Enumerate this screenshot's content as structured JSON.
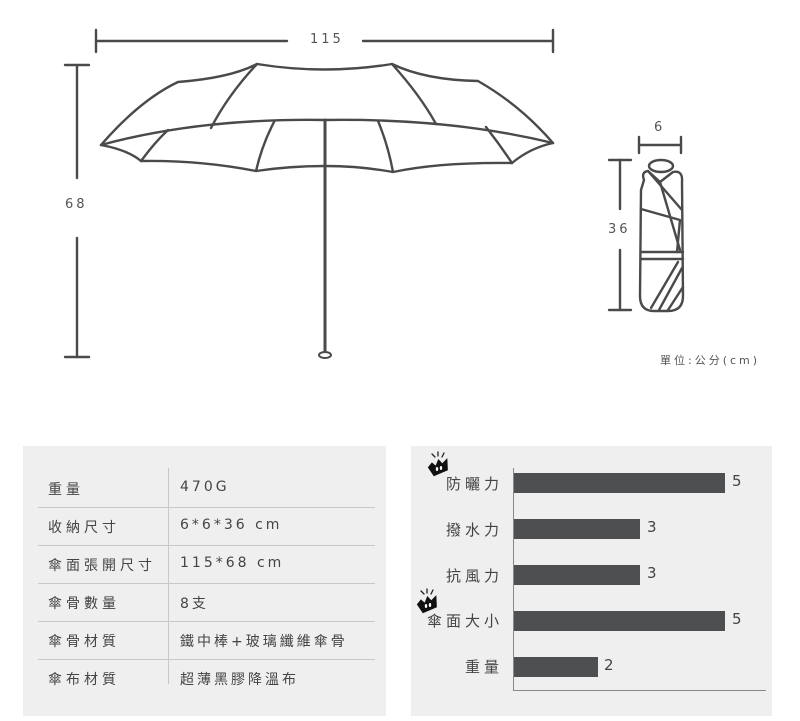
{
  "dimensions": {
    "open_width": "115",
    "open_height": "68",
    "folded_width": "6",
    "folded_length": "36",
    "unit_label": "單位:公分(cm)"
  },
  "specs": {
    "rows": [
      {
        "key": "重量",
        "value": "470G"
      },
      {
        "key": "收納尺寸",
        "value": "6*6*36 cm"
      },
      {
        "key": "傘面張開尺寸",
        "value": "115*68 cm"
      },
      {
        "key": "傘骨數量",
        "value": "8支"
      },
      {
        "key": "傘骨材質",
        "value": "鐵中棒+玻璃纖維傘骨"
      },
      {
        "key": "傘布材質",
        "value": "超薄黑膠降溫布"
      }
    ]
  },
  "chart": {
    "bars": [
      {
        "label": "防曬力",
        "value": "5",
        "highlight": true
      },
      {
        "label": "撥水力",
        "value": "3",
        "highlight": false
      },
      {
        "label": "抗風力",
        "value": "3",
        "highlight": false
      },
      {
        "label": "傘面大小",
        "value": "5",
        "highlight": true
      },
      {
        "label": "重量",
        "value": "2",
        "highlight": false
      }
    ],
    "bar_color": "#4d4f51",
    "panel_bg": "#efefef",
    "highlight_icon": "crown-icon"
  },
  "chart_data": {
    "type": "bar",
    "orientation": "horizontal",
    "categories": [
      "防曬力",
      "撥水力",
      "抗風力",
      "傘面大小",
      "重量"
    ],
    "values": [
      5,
      3,
      3,
      5,
      2
    ],
    "title": "",
    "xlabel": "",
    "ylabel": "",
    "xlim": [
      0,
      6
    ],
    "grid": false,
    "data_labels": true,
    "highlighted_categories": [
      "防曬力",
      "傘面大小"
    ]
  }
}
